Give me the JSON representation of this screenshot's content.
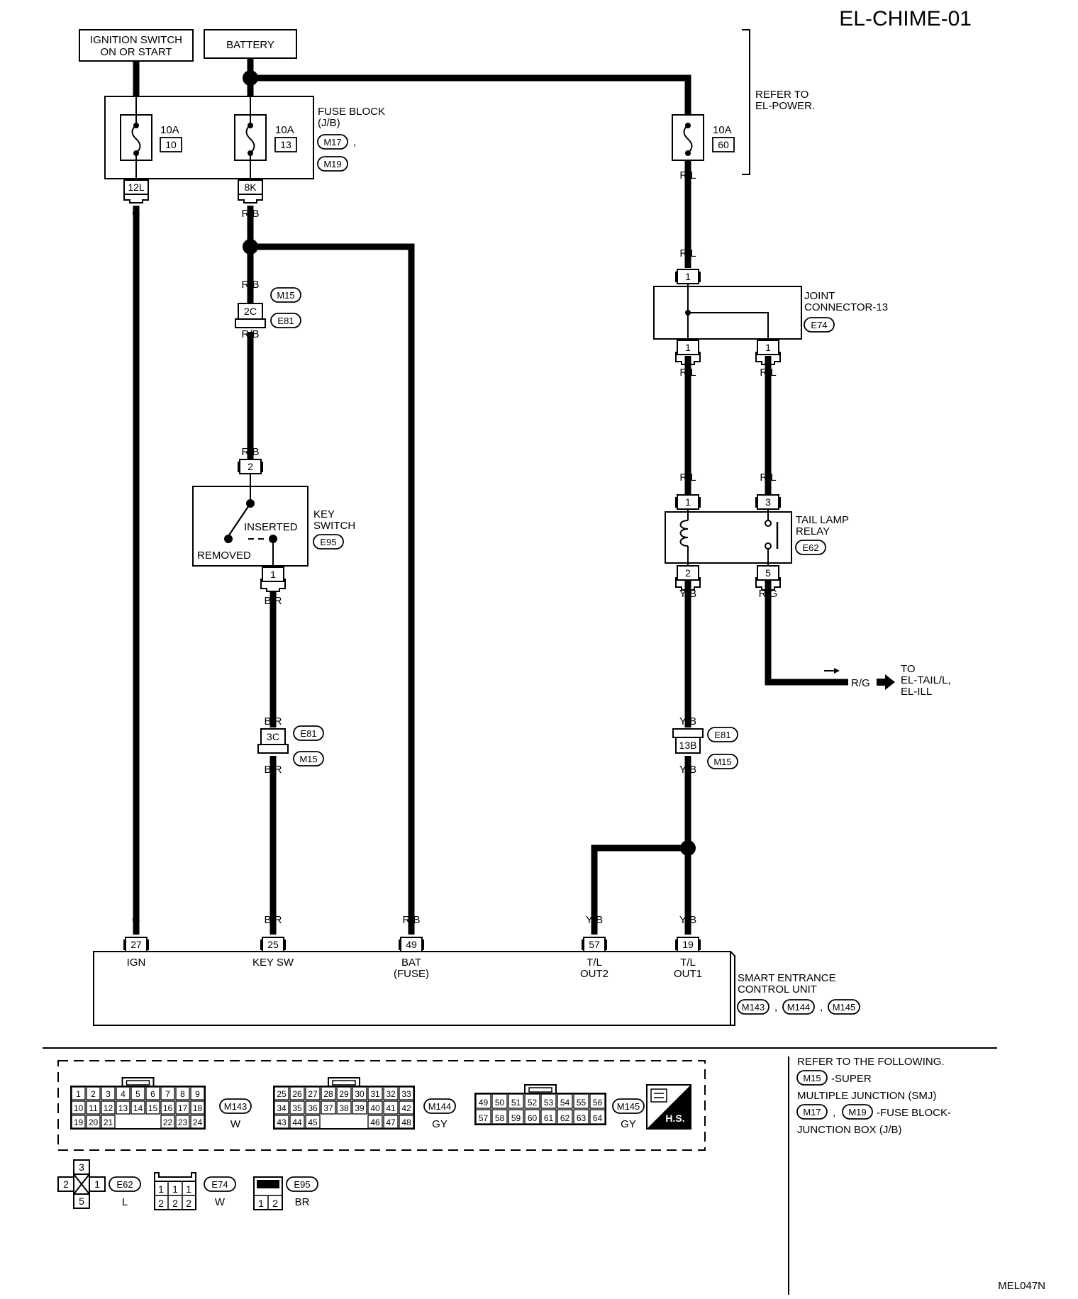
{
  "title": "EL-CHIME-01",
  "diagram_code": "MEL047N",
  "sources": {
    "ignition": [
      "IGNITION SWITCH",
      "ON OR START"
    ],
    "battery": "BATTERY",
    "refer_power": [
      "REFER TO",
      "EL-POWER."
    ]
  },
  "fuse_block": {
    "label": [
      "FUSE BLOCK",
      "(J/B)"
    ],
    "refs": [
      "M17",
      "M19"
    ],
    "sep": ",",
    "fuses": [
      {
        "amps": "10A",
        "num": "10",
        "pin": "12L",
        "wire": "G"
      },
      {
        "amps": "10A",
        "num": "13",
        "pin": "8K",
        "wire": "R/B"
      },
      {
        "amps": "10A",
        "num": "60",
        "wire": "R/L"
      }
    ]
  },
  "key_switch": {
    "label": [
      "KEY",
      "SWITCH"
    ],
    "ref": "E95",
    "inserted": "INSERTED",
    "removed": "REMOVED",
    "pin_top": "2",
    "pin_bottom": "1",
    "wire_top": "R/B",
    "wire_bottom": "B/R"
  },
  "joint_connector": {
    "label": [
      "JOINT",
      "CONNECTOR-13"
    ],
    "ref": "E74",
    "pin_in": "1",
    "pin_out1": "1",
    "pin_out2": "1",
    "wire": "R/L"
  },
  "tail_lamp_relay": {
    "label": [
      "TAIL LAMP",
      "RELAY"
    ],
    "ref": "E62",
    "pins": [
      "1",
      "3",
      "2",
      "5"
    ],
    "wire_in": "R/L",
    "wire_coil_out": "Y/B",
    "wire_switch_out": "R/G",
    "to": [
      "TO",
      "EL-TAIL/L,",
      "EL-ILL"
    ]
  },
  "inline_connectors": [
    {
      "pin": "2C",
      "wire_top": "R/B",
      "wire_bottom": "R/B",
      "refs": [
        "M15",
        "E81"
      ]
    },
    {
      "pin": "3C",
      "wire_top": "B/R",
      "wire_bottom": "B/R",
      "refs": [
        "E81",
        "M15"
      ]
    },
    {
      "pin": "13B",
      "wire_top": "Y/B",
      "wire_bottom": "Y/B",
      "refs": [
        "E81",
        "M15"
      ]
    }
  ],
  "control_unit": {
    "label": [
      "SMART ENTRANCE",
      "CONTROL UNIT"
    ],
    "refs": [
      "M143",
      "M144",
      "M145"
    ],
    "sep": ",",
    "terminals": [
      {
        "pin": "27",
        "wire": "G",
        "name": [
          "IGN"
        ]
      },
      {
        "pin": "25",
        "wire": "B/R",
        "name": [
          "KEY SW"
        ]
      },
      {
        "pin": "49",
        "wire": "R/B",
        "name": [
          "BAT",
          "(FUSE)"
        ]
      },
      {
        "pin": "57",
        "wire": "Y/B",
        "name": [
          "T/L",
          "OUT2"
        ]
      },
      {
        "pin": "19",
        "wire": "Y/B",
        "name": [
          "T/L",
          "OUT1"
        ]
      }
    ]
  },
  "connector_views": {
    "m143": {
      "ref": "M143",
      "color": "W",
      "rows": [
        [
          "1",
          "2",
          "3",
          "4",
          "5",
          "6",
          "7",
          "8",
          "9"
        ],
        [
          "10",
          "11",
          "12",
          "13",
          "14",
          "15",
          "16",
          "17",
          "18"
        ],
        [
          "19",
          "20",
          "21",
          "",
          "",
          "",
          "22",
          "23",
          "24"
        ]
      ]
    },
    "m144": {
      "ref": "M144",
      "color": "GY",
      "rows": [
        [
          "25",
          "26",
          "27",
          "28",
          "29",
          "30",
          "31",
          "32",
          "33"
        ],
        [
          "34",
          "35",
          "36",
          "37",
          "38",
          "39",
          "40",
          "41",
          "42"
        ],
        [
          "43",
          "44",
          "45",
          "",
          "",
          "",
          "46",
          "47",
          "48"
        ]
      ]
    },
    "m145": {
      "ref": "M145",
      "color": "GY",
      "rows": [
        [
          "49",
          "50",
          "51",
          "52",
          "53",
          "54",
          "55",
          "56"
        ],
        [
          "57",
          "58",
          "59",
          "60",
          "61",
          "62",
          "63",
          "64"
        ]
      ]
    },
    "hs": "H.S.",
    "e62": {
      "ref": "E62",
      "color": "L",
      "pins": [
        "3",
        "2",
        "1",
        "5"
      ]
    },
    "e74": {
      "ref": "E74",
      "color": "W",
      "rows": [
        [
          "1",
          "1",
          "1"
        ],
        [
          "2",
          "2",
          "2"
        ]
      ]
    },
    "e95": {
      "ref": "E95",
      "color": "BR",
      "pins": [
        "1",
        "2"
      ]
    }
  },
  "refer_note": {
    "header": "REFER TO THE FOLLOWING.",
    "ref1": "M15",
    "text1": "-SUPER",
    "text1b": "MULTIPLE JUNCTION (SMJ)",
    "ref2": "M17",
    "sep": ",",
    "ref3": "M19",
    "text2": "-FUSE BLOCK-",
    "text2b": "JUNCTION BOX (J/B)"
  }
}
